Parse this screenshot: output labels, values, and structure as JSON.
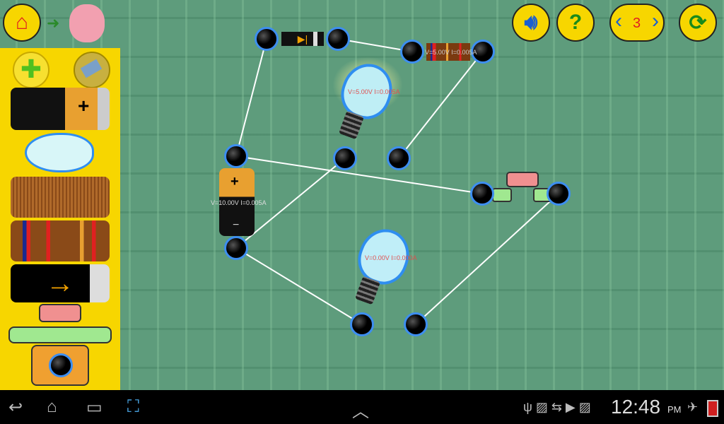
{
  "toolbar": {
    "level": "3",
    "home": "home-icon",
    "sound": "speaker-icon",
    "help": "?",
    "refresh": "refresh-icon"
  },
  "components": {
    "battery": {
      "label": "V=10.00V I=0.005A",
      "plus": "+",
      "minus": "−"
    },
    "bulb1": {
      "label": "V=5.00V I=0.005A",
      "lit": true
    },
    "bulb2": {
      "label": "V=0.00V I=0.000A",
      "lit": false
    },
    "resistor": {
      "label": "V=5.00V I=0.005A"
    }
  },
  "sidebar": {
    "items": [
      "add",
      "eraser",
      "battery",
      "bulb",
      "coil",
      "resistor",
      "diode",
      "switch",
      "node"
    ],
    "battery_plus": "+"
  },
  "statusbar": {
    "time": "12:48",
    "ampm": "PM"
  },
  "colors": {
    "panel": "#f7d600",
    "node_ring": "#3d8ef0",
    "board": "#5e9c7c"
  }
}
